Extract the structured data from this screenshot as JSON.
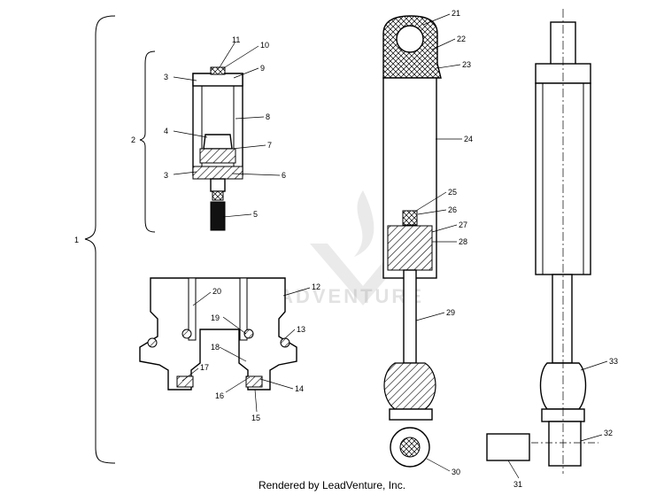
{
  "diagram": {
    "callouts": [
      {
        "id": "1",
        "text": "1"
      },
      {
        "id": "2",
        "text": "2"
      },
      {
        "id": "3a",
        "text": "3"
      },
      {
        "id": "3b",
        "text": "3"
      },
      {
        "id": "4",
        "text": "4"
      },
      {
        "id": "5",
        "text": "5"
      },
      {
        "id": "6",
        "text": "6"
      },
      {
        "id": "7",
        "text": "7"
      },
      {
        "id": "8",
        "text": "8"
      },
      {
        "id": "9",
        "text": "9"
      },
      {
        "id": "10",
        "text": "10"
      },
      {
        "id": "11",
        "text": "11"
      },
      {
        "id": "12",
        "text": "12"
      },
      {
        "id": "13",
        "text": "13"
      },
      {
        "id": "14",
        "text": "14"
      },
      {
        "id": "15",
        "text": "15"
      },
      {
        "id": "16",
        "text": "16"
      },
      {
        "id": "17",
        "text": "17"
      },
      {
        "id": "18",
        "text": "18"
      },
      {
        "id": "19",
        "text": "19"
      },
      {
        "id": "20",
        "text": "20"
      },
      {
        "id": "21",
        "text": "21"
      },
      {
        "id": "22",
        "text": "22"
      },
      {
        "id": "23",
        "text": "23"
      },
      {
        "id": "24",
        "text": "24"
      },
      {
        "id": "25",
        "text": "25"
      },
      {
        "id": "26",
        "text": "26"
      },
      {
        "id": "27",
        "text": "27"
      },
      {
        "id": "28",
        "text": "28"
      },
      {
        "id": "29",
        "text": "29"
      },
      {
        "id": "30",
        "text": "30"
      },
      {
        "id": "31",
        "text": "31"
      },
      {
        "id": "32",
        "text": "32"
      },
      {
        "id": "33",
        "text": "33"
      }
    ]
  },
  "watermark": {
    "text": "LEADVENTURE"
  },
  "footer": {
    "text": "Rendered by LeadVenture, Inc."
  }
}
